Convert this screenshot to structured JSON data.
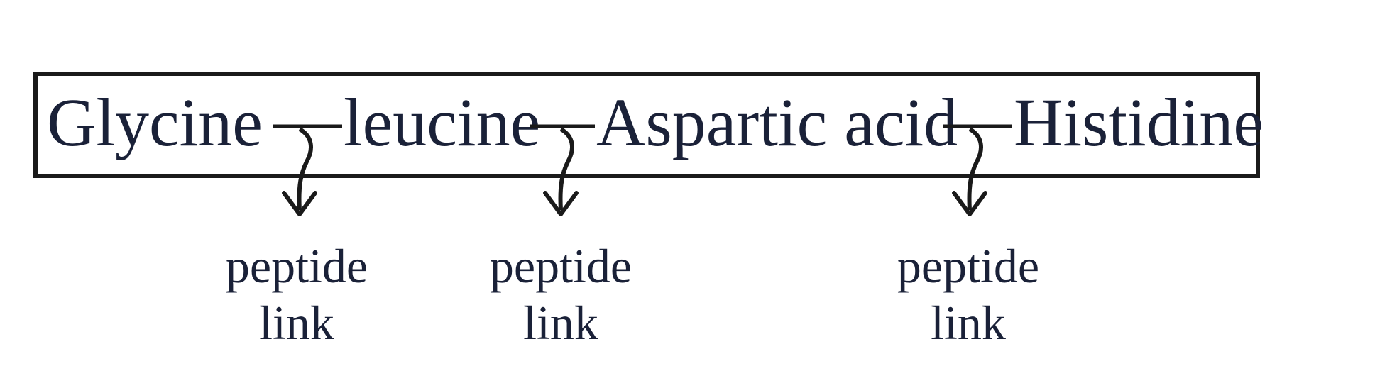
{
  "diagram": {
    "chain": {
      "amino_acids": [
        "Glycine",
        "leucine",
        "Aspartic acid",
        "Histidine"
      ]
    },
    "bonds": [
      {
        "line1": "peptide",
        "line2": "link"
      },
      {
        "line1": "peptide",
        "line2": "link"
      },
      {
        "line1": "peptide",
        "line2": "link"
      }
    ]
  }
}
